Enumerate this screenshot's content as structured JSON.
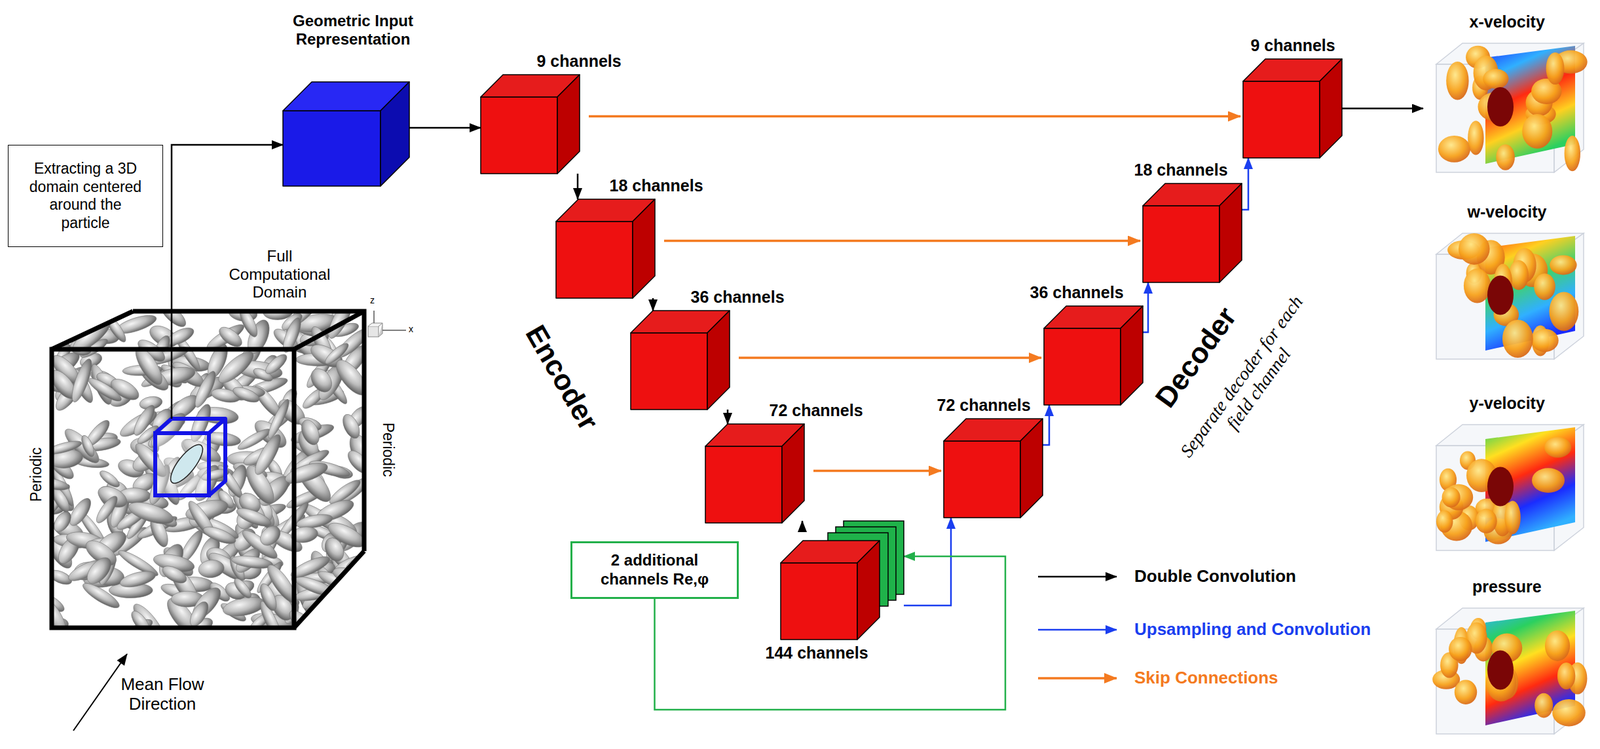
{
  "diagram": {
    "nodes": [
      {
        "text": [
          "Geometric Input Representation"
        ]
      },
      {
        "text": [
          "Extracting a 3D domain centered around the particle"
        ]
      },
      {
        "text": [
          "Full Computational Domain"
        ]
      },
      {
        "text": [
          "9 channels"
        ]
      },
      {
        "text": [
          "18 channels"
        ]
      },
      {
        "text": [
          "36 channels"
        ]
      },
      {
        "text": [
          "72 channels"
        ]
      },
      {
        "text": [
          "144 channels"
        ]
      },
      {
        "text": [
          "2 additional channels Re,φ"
        ]
      },
      {
        "text": [
          "72 channels"
        ]
      },
      {
        "text": [
          "36 channels"
        ]
      },
      {
        "text": [
          "18 channels"
        ]
      },
      {
        "text": [
          "9 channels"
        ]
      },
      {
        "text": [
          "x-velocity"
        ]
      },
      {
        "text": [
          "w-velocity"
        ]
      },
      {
        "text": [
          "y-velocity"
        ]
      },
      {
        "text": [
          "pressure"
        ]
      }
    ],
    "edges": [
      {
        "from": 2,
        "to": 0,
        "arrow": "to"
      },
      {
        "from": 0,
        "to": 3,
        "arrow": "to"
      },
      {
        "from": 3,
        "to": 4,
        "arrow": "to"
      },
      {
        "from": 4,
        "to": 5,
        "arrow": "to"
      },
      {
        "from": 5,
        "to": 6,
        "arrow": "to"
      },
      {
        "from": 6,
        "to": 7,
        "arrow": "to"
      },
      {
        "from": 3,
        "to": 12,
        "arrow": "to"
      },
      {
        "from": 4,
        "to": 11,
        "arrow": "to"
      },
      {
        "from": 5,
        "to": 10,
        "arrow": "to"
      },
      {
        "from": 6,
        "to": 9,
        "arrow": "to"
      },
      {
        "from": 7,
        "to": 9,
        "arrow": "to"
      },
      {
        "from": 9,
        "to": 10,
        "arrow": "to"
      },
      {
        "from": 10,
        "to": 11,
        "arrow": "to"
      },
      {
        "from": 11,
        "to": 12,
        "arrow": "to"
      },
      {
        "from": 8,
        "to": 7,
        "arrow": "to"
      },
      {
        "from": 12,
        "to": 13,
        "arrow": "to"
      }
    ],
    "labels": [
      "Periodic",
      "Periodic",
      "z",
      "x",
      "Mean Flow Direction",
      "Encoder",
      "Decoder",
      "Separate decoder for each field channel"
    ],
    "legend": [
      {
        "text": "Double Convolution"
      },
      {
        "text": "Upsampling and Convolution"
      },
      {
        "text": "Skip Connections"
      }
    ]
  }
}
